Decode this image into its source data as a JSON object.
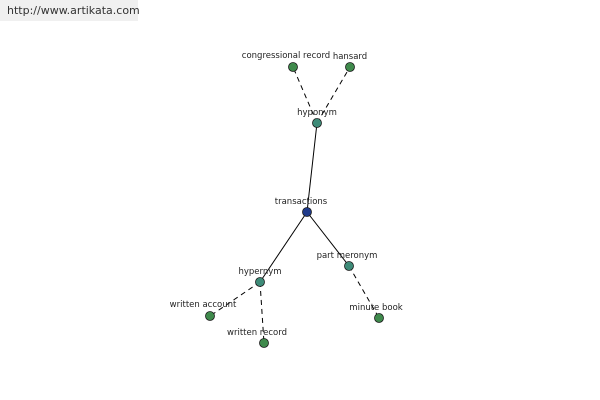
{
  "banner": {
    "url": "http://www.artikata.com"
  },
  "colors": {
    "leaf_node": "#3f8a4c",
    "relation_node": "#3e8b78",
    "root_node": "#1f3a8a",
    "edge": "#000000"
  },
  "graph": {
    "nodes": [
      {
        "id": "transactions",
        "label": "transactions",
        "kind": "root"
      },
      {
        "id": "hyponym",
        "label": "hyponym",
        "kind": "relation"
      },
      {
        "id": "hypernym",
        "label": "hypernym",
        "kind": "relation"
      },
      {
        "id": "part-meronym",
        "label": "part meronym",
        "kind": "relation"
      },
      {
        "id": "congressional-record",
        "label": "congressional record",
        "kind": "leaf"
      },
      {
        "id": "hansard",
        "label": "hansard",
        "kind": "leaf"
      },
      {
        "id": "written-account",
        "label": "written account",
        "kind": "leaf"
      },
      {
        "id": "written-record",
        "label": "written record",
        "kind": "leaf"
      },
      {
        "id": "minute-book",
        "label": "minute book",
        "kind": "leaf"
      }
    ],
    "edges": [
      {
        "from": "transactions",
        "to": "hyponym",
        "style": "solid"
      },
      {
        "from": "transactions",
        "to": "hypernym",
        "style": "solid"
      },
      {
        "from": "transactions",
        "to": "part-meronym",
        "style": "solid"
      },
      {
        "from": "hyponym",
        "to": "congressional-record",
        "style": "dashed"
      },
      {
        "from": "hyponym",
        "to": "hansard",
        "style": "dashed"
      },
      {
        "from": "hypernym",
        "to": "written-account",
        "style": "dashed"
      },
      {
        "from": "hypernym",
        "to": "written-record",
        "style": "dashed"
      },
      {
        "from": "part-meronym",
        "to": "minute-book",
        "style": "dashed"
      }
    ]
  }
}
